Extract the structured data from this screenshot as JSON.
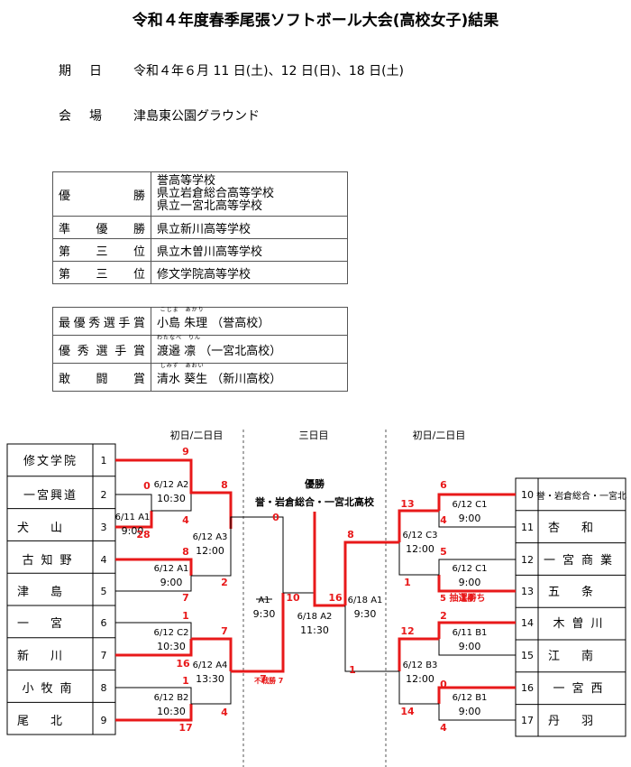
{
  "title": "令和４年度春季尾張ソフトボール大会(高校女子)結果",
  "info": {
    "period_label": "期日",
    "period_value": "令和４年６月 11 日(土)、12 日(日)、18 日(土)",
    "venue_label": "会場",
    "venue_value": "津島東公園グラウンド"
  },
  "results": [
    {
      "rank": "優勝",
      "schools": [
        "誉高等学校",
        "県立岩倉総合高等学校",
        "県立一宮北高等学校"
      ]
    },
    {
      "rank": "準優勝",
      "schools": [
        "県立新川高等学校"
      ]
    },
    {
      "rank": "第三位",
      "schools": [
        "県立木曽川高等学校"
      ]
    },
    {
      "rank": "第三位",
      "schools": [
        "修文学院高等学校"
      ]
    }
  ],
  "awards": [
    {
      "title": "最優秀選手賞",
      "name": "小島 朱理",
      "ruby": "こじま　あかり",
      "school": "（誉高校）"
    },
    {
      "title": "優秀選手賞",
      "name": "渡邉 凛",
      "ruby": "わたなべ　りん",
      "school": "（一宮北高校）"
    },
    {
      "title": "敢闘賞",
      "name": "清水 葵生",
      "ruby": "しみず　あおい",
      "school": "（新川高校）"
    }
  ],
  "bracket": {
    "day_headers": [
      "初日/二日目",
      "三日目",
      "初日/二日目"
    ],
    "left_teams": [
      {
        "name": "修文学院",
        "seed": "1"
      },
      {
        "name": "一宮興道",
        "seed": "2"
      },
      {
        "name": "犬山",
        "seed": "3"
      },
      {
        "name": "古知野",
        "seed": "4"
      },
      {
        "name": "津島",
        "seed": "5"
      },
      {
        "name": "一宮",
        "seed": "6"
      },
      {
        "name": "新川",
        "seed": "7"
      },
      {
        "name": "小牧南",
        "seed": "8"
      },
      {
        "name": "尾北",
        "seed": "9"
      }
    ],
    "right_teams": [
      {
        "name": "誉・岩倉総合・一宮北",
        "seed": "10"
      },
      {
        "name": "杏和",
        "seed": "11"
      },
      {
        "name": "一宮商業",
        "seed": "12"
      },
      {
        "name": "五条",
        "seed": "13"
      },
      {
        "name": "木曽川",
        "seed": "14"
      },
      {
        "name": "江南",
        "seed": "15"
      },
      {
        "name": "一宮西",
        "seed": "16"
      },
      {
        "name": "丹羽",
        "seed": "17"
      }
    ],
    "champion_label": "優勝",
    "champion_name": "誉・岩倉総合・一宮北高校",
    "matches": [
      {
        "date": "6/11",
        "id": "A1",
        "time": "9:00"
      },
      {
        "date": "6/12",
        "id": "A2",
        "time": "10:30"
      },
      {
        "date": "6/12",
        "id": "A3",
        "time": "12:00"
      },
      {
        "date": "6/12",
        "id": "A1",
        "time": "9:00"
      },
      {
        "date": "6/12",
        "id": "C2",
        "time": "10:30"
      },
      {
        "date": "6/12",
        "id": "A4",
        "time": "13:30"
      },
      {
        "date": "6/12",
        "id": "B2",
        "time": "10:30"
      },
      {
        "date": "",
        "id": "A1",
        "time": "9:30"
      },
      {
        "date": "6/18",
        "id": "A2",
        "time": "11:30"
      },
      {
        "date": "6/18",
        "id": "A1",
        "time": "9:30"
      },
      {
        "date": "6/12",
        "id": "C1",
        "time": "9:00"
      },
      {
        "date": "6/12",
        "id": "C3",
        "time": "12:00"
      },
      {
        "date": "6/12",
        "id": "C1",
        "time": "9:00"
      },
      {
        "date": "6/11",
        "id": "B1",
        "time": "9:00"
      },
      {
        "date": "6/12",
        "id": "B3",
        "time": "12:00"
      },
      {
        "date": "6/12",
        "id": "B1",
        "time": "9:00"
      }
    ],
    "scores": [
      "9",
      "0",
      "8",
      "4",
      "28",
      "0",
      "8",
      "2",
      "7",
      "1",
      "7",
      "16",
      "4",
      "1",
      "17",
      "10",
      "16",
      "7",
      "6",
      "13",
      "4",
      "8",
      "5",
      "1",
      "14",
      "12",
      "0",
      "2",
      "14",
      "4",
      "1"
    ],
    "notes": [
      "5 抽選勝ち",
      "不戦勝 7"
    ],
    "colors": {
      "winner_line": "#e8191a",
      "line": "#000000",
      "dash": "#555555",
      "score": "#e8191a"
    }
  }
}
